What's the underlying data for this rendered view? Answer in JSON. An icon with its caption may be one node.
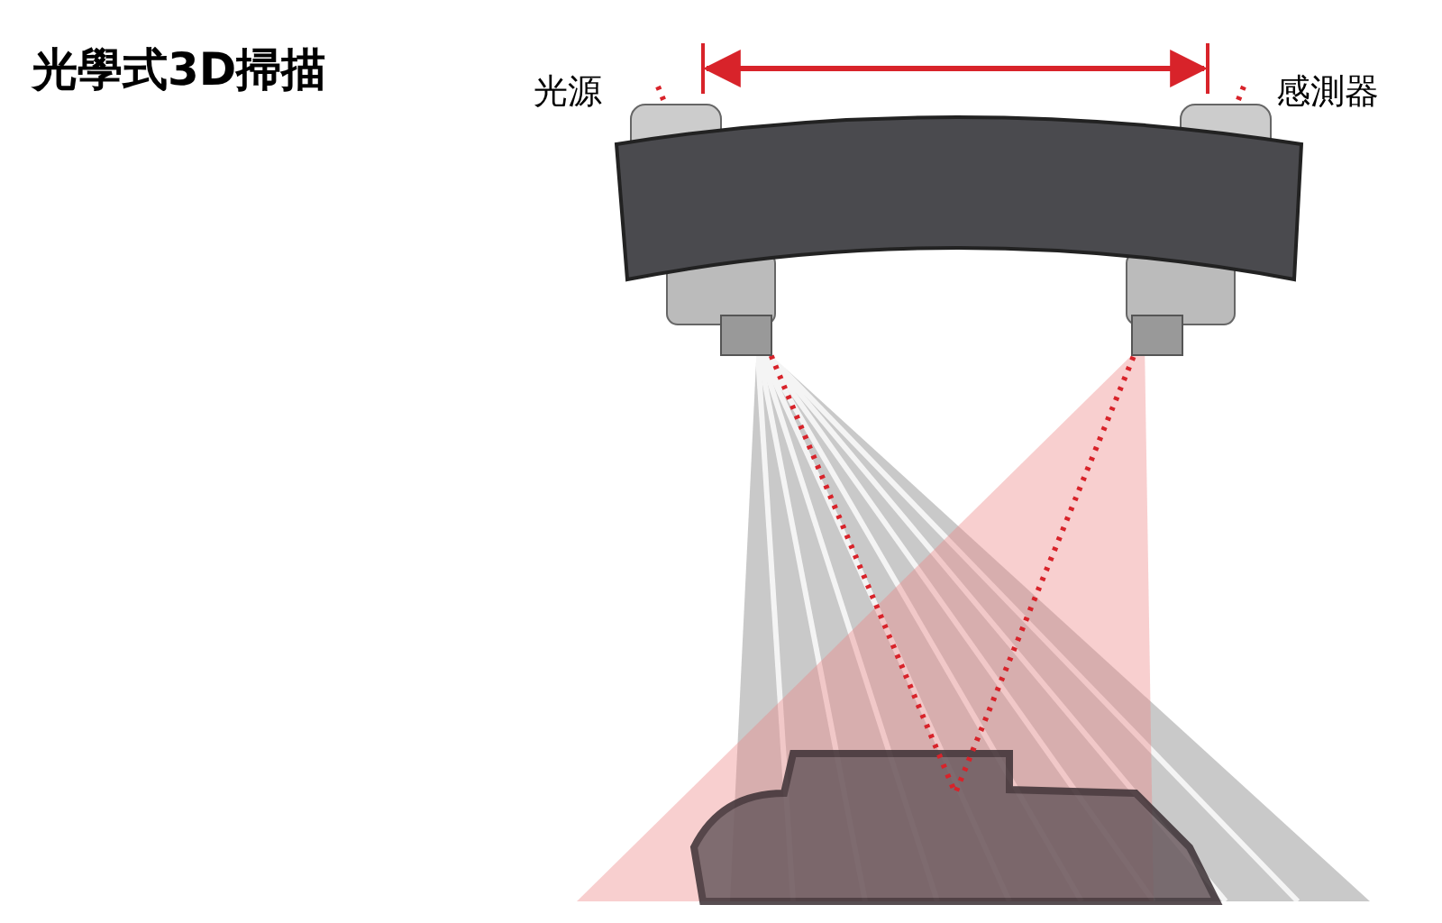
{
  "diagram": {
    "title": "光學式3D掃描",
    "labels": [
      "光源",
      "感測器"
    ]
  }
}
